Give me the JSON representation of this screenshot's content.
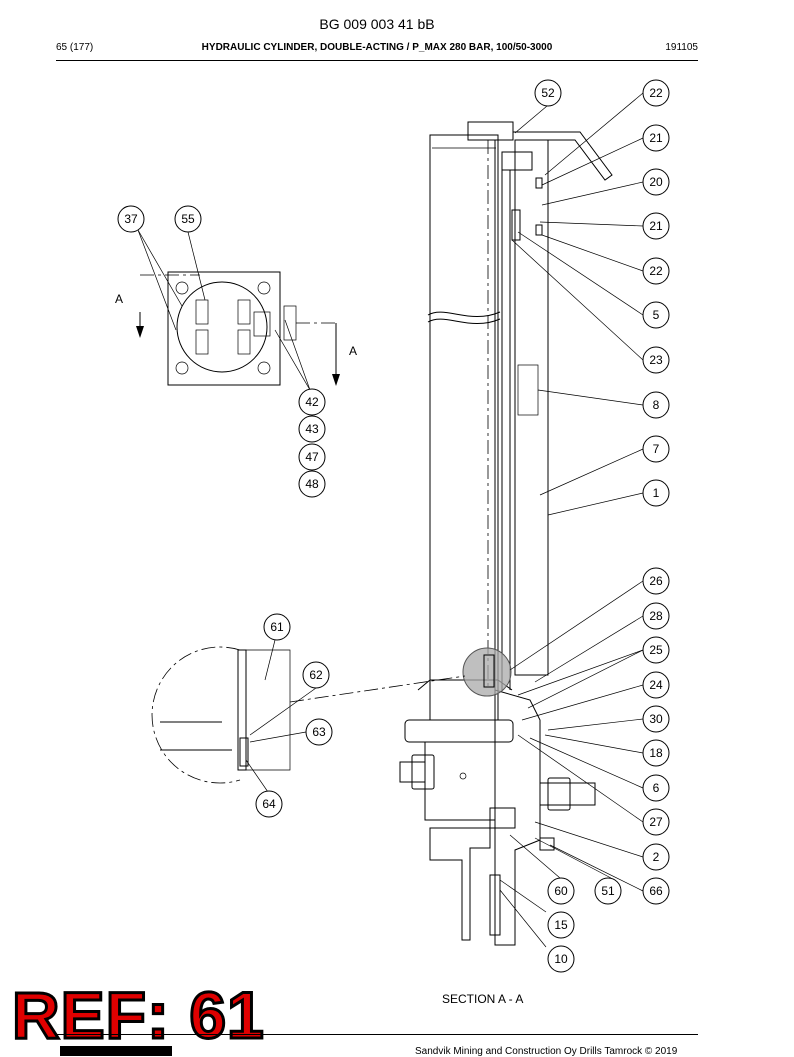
{
  "header": {
    "doc_code": "BG 009 003 41 bB",
    "page": "65 (177)",
    "title": "HYDRAULIC CYLINDER, DOUBLE-ACTING / P_MAX 280 BAR, 100/50-3000",
    "date": "191105"
  },
  "drawing": {
    "section_label": "SECTION A - A",
    "section_markers": [
      "A",
      "A"
    ],
    "callouts_right": [
      "52",
      "22",
      "21",
      "20",
      "21",
      "22",
      "5",
      "23",
      "8",
      "7",
      "1",
      "26",
      "28",
      "25",
      "24",
      "30",
      "18",
      "6",
      "27",
      "2",
      "66",
      "51",
      "60",
      "15",
      "10"
    ],
    "callouts_topview": [
      "37",
      "55",
      "42",
      "43",
      "47",
      "48"
    ],
    "callouts_detail": [
      "61",
      "62",
      "63",
      "64"
    ]
  },
  "ref_badge": {
    "text": "REF: 61",
    "color": "#e00000"
  },
  "footer": {
    "copyright": "Sandvik Mining and Construction Oy Drills Tamrock © 2019"
  }
}
